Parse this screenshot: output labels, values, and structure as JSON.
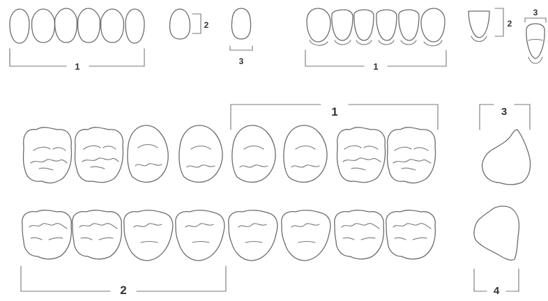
{
  "labels": {
    "anterior_upper_set": "1",
    "anterior_upper_single": "2",
    "anterior_upper_single_b": "3",
    "anterior_lower_set": "1",
    "anterior_lower_single": "2",
    "anterior_lower_single_b": "3",
    "posterior_upper_set": "1",
    "posterior_lower_set": "2",
    "posterior_upper_single": "3",
    "posterior_lower_single": "4"
  },
  "colors": {
    "line": "#6b6b6b",
    "label": "#333333",
    "background": "#ffffff"
  }
}
